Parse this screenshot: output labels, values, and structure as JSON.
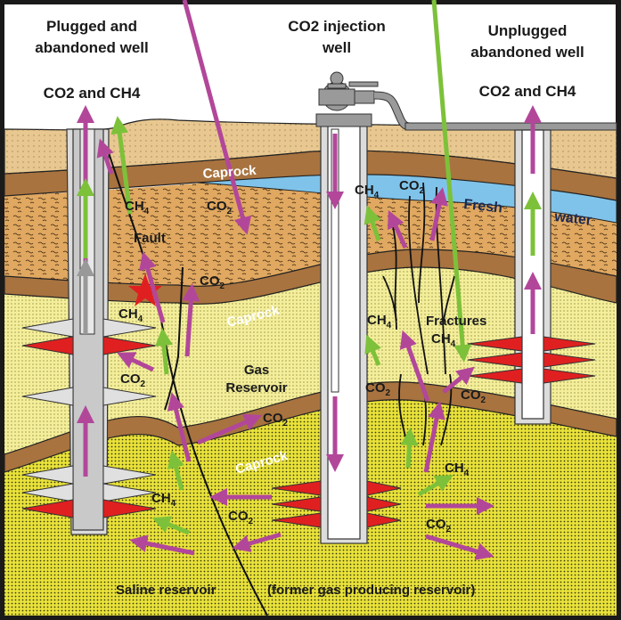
{
  "diagram": {
    "subject": "CO2 leakage pathways from geologic storage",
    "wells": [
      {
        "id": "plugged",
        "title_line1": "Plugged and",
        "title_line2": "abandoned well",
        "emission_label": "CO2 and CH4"
      },
      {
        "id": "injection",
        "title_line1": "CO2 injection",
        "title_line2": "well"
      },
      {
        "id": "unplugged",
        "title_line1": "Unplugged",
        "title_line2": "abandoned well",
        "emission_label": "CO2 and CH4"
      }
    ],
    "layers": {
      "caprock": "Caprock",
      "fresh_water_1": "Fresh",
      "fresh_water_2": "water",
      "gas_reservoir_1": "Gas",
      "gas_reservoir_2": "Reservoir",
      "saline_reservoir": "Saline reservoir",
      "former_note": "(former gas producing reservoir)"
    },
    "features": {
      "fault": "Fault",
      "fractures": "Fractures"
    },
    "gases": {
      "co2": "CO",
      "co2_sub": "2",
      "ch4": "CH",
      "ch4_sub": "4"
    },
    "colors": {
      "sky": "#ffffff",
      "topsoil": "#e8c890",
      "caprock": "#a8733f",
      "fresh_water": "#7fc3ea",
      "aquifer_rock": "#e0a860",
      "gas_reservoir": "#f4ee9a",
      "saline": "#e9e23a",
      "co2_arrow": "#b2479a",
      "ch4_arrow": "#7dc13a",
      "perforation": "#e02020",
      "casing": "#d4d4d4",
      "frame": "#1a1a1a"
    }
  }
}
